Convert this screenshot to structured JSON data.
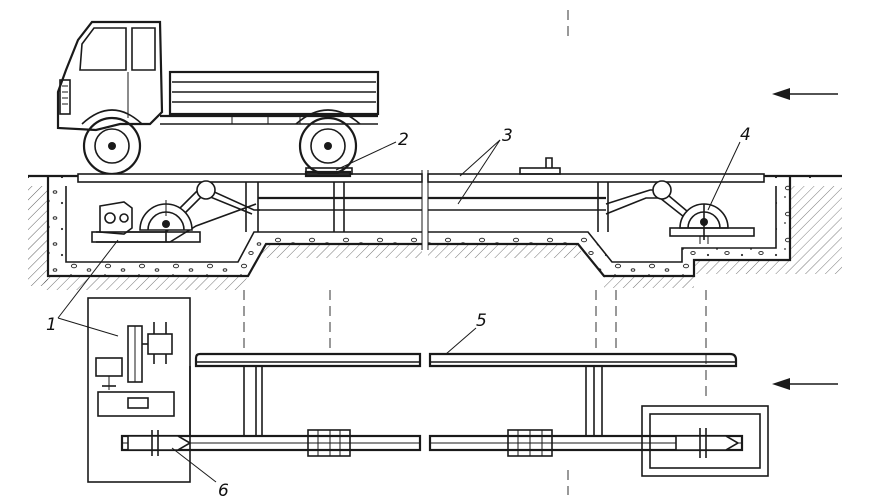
{
  "callouts": {
    "c1": "1",
    "c2": "2",
    "c3": "3",
    "c4": "4",
    "c5": "5",
    "c6": "6"
  },
  "colors": {
    "ink": "#1a1a1a",
    "paper": "#ffffff"
  }
}
